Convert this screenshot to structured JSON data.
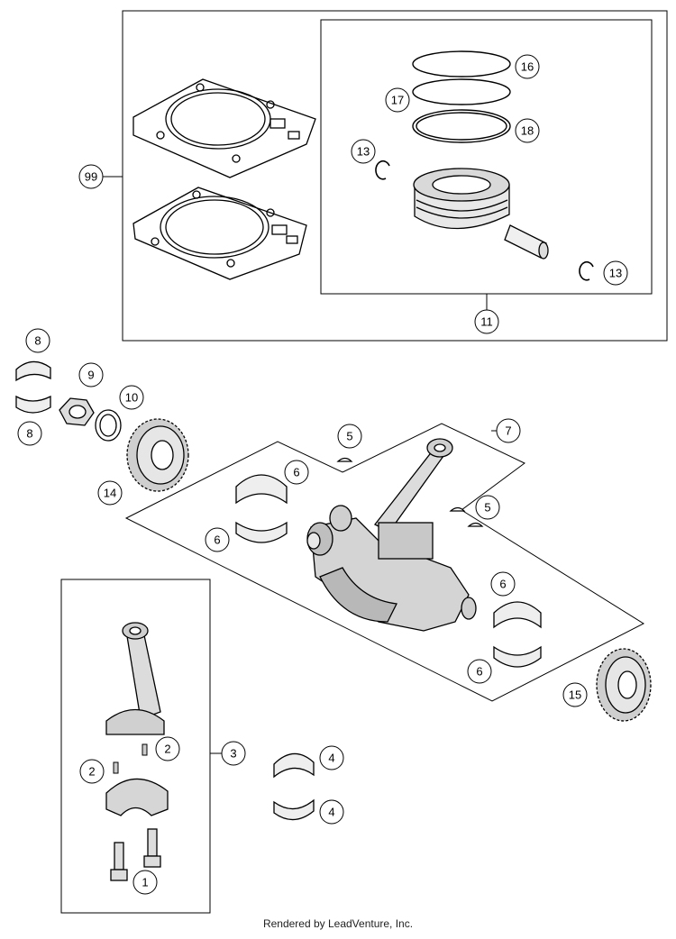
{
  "diagram": {
    "callouts": [
      "99",
      "16",
      "17",
      "18",
      "13",
      "13",
      "11",
      "8",
      "8",
      "9",
      "10",
      "14",
      "5",
      "7",
      "6",
      "6",
      "5",
      "6",
      "6",
      "15",
      "3",
      "2",
      "2",
      "4",
      "4",
      "1"
    ]
  },
  "footer": {
    "text": "Rendered by LeadVenture, Inc."
  }
}
